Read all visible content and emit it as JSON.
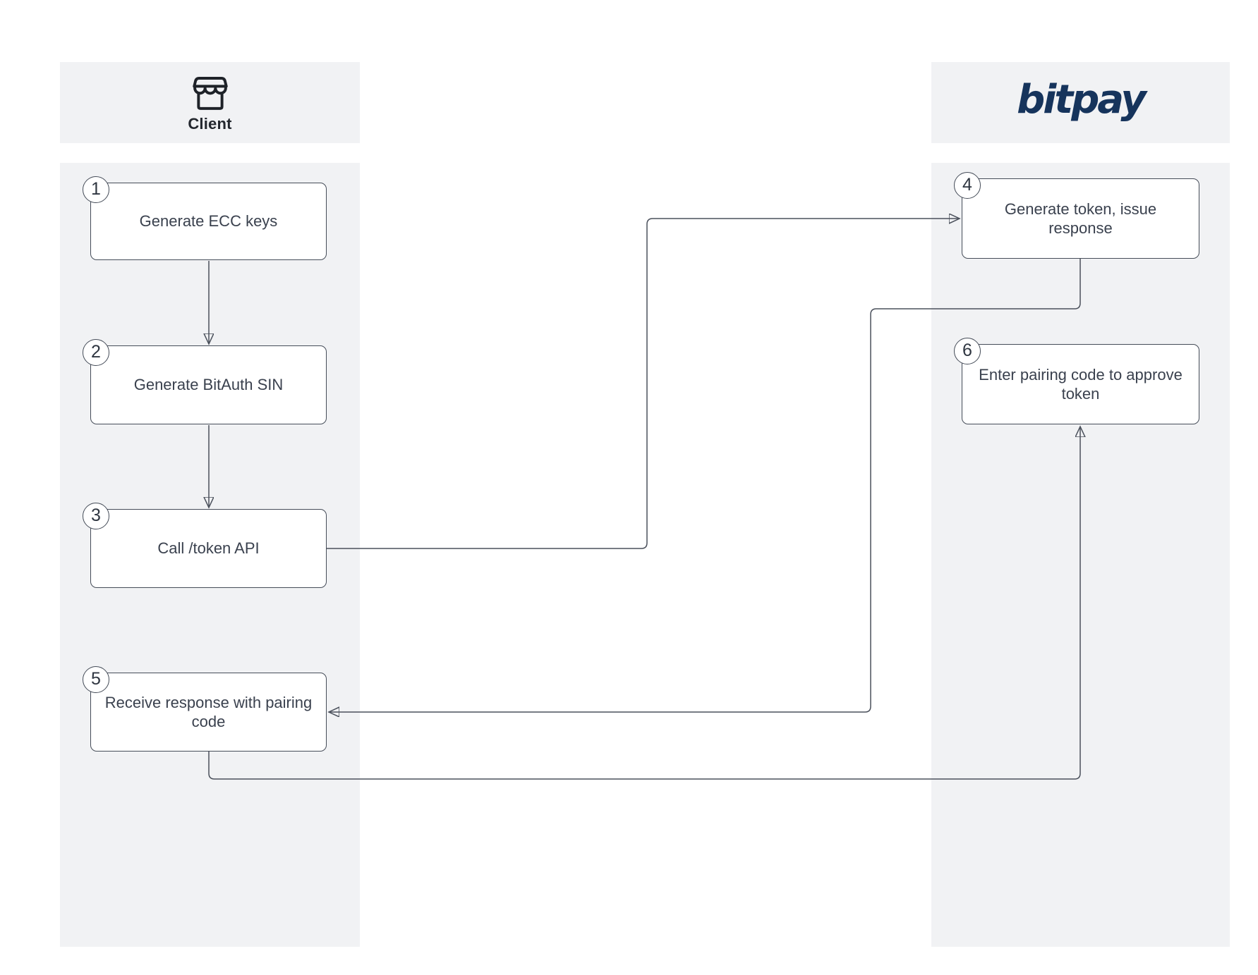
{
  "diagram": {
    "title_hint": "BitPay client token pairing flow",
    "lanes": [
      {
        "id": "client",
        "header_label": "Client",
        "icon": "storefront-icon"
      },
      {
        "id": "bitpay",
        "header_label": "bitpay",
        "icon": "bitpay-logo"
      }
    ],
    "steps": [
      {
        "number": "1",
        "label": "Generate ECC keys",
        "lane": "client"
      },
      {
        "number": "2",
        "label": "Generate BitAuth SIN",
        "lane": "client"
      },
      {
        "number": "3",
        "label": "Call /token API",
        "lane": "client"
      },
      {
        "number": "4",
        "label": "Generate token, issue response",
        "lane": "bitpay"
      },
      {
        "number": "5",
        "label": "Receive response with pairing code",
        "lane": "client"
      },
      {
        "number": "6",
        "label": "Enter pairing code to approve token",
        "lane": "bitpay"
      }
    ],
    "connections": [
      {
        "from": "1",
        "to": "2"
      },
      {
        "from": "2",
        "to": "3"
      },
      {
        "from": "3",
        "to": "4"
      },
      {
        "from": "4",
        "to": "5"
      },
      {
        "from": "5",
        "to": "6"
      }
    ],
    "colors": {
      "lane_background": "#f1f2f4",
      "box_background": "#ffffff",
      "box_border": "#454c58",
      "box_text": "#3a414e",
      "connector": "#4a505b",
      "bitpay_navy": "#16345c",
      "icon_dark": "#1e2228"
    }
  }
}
